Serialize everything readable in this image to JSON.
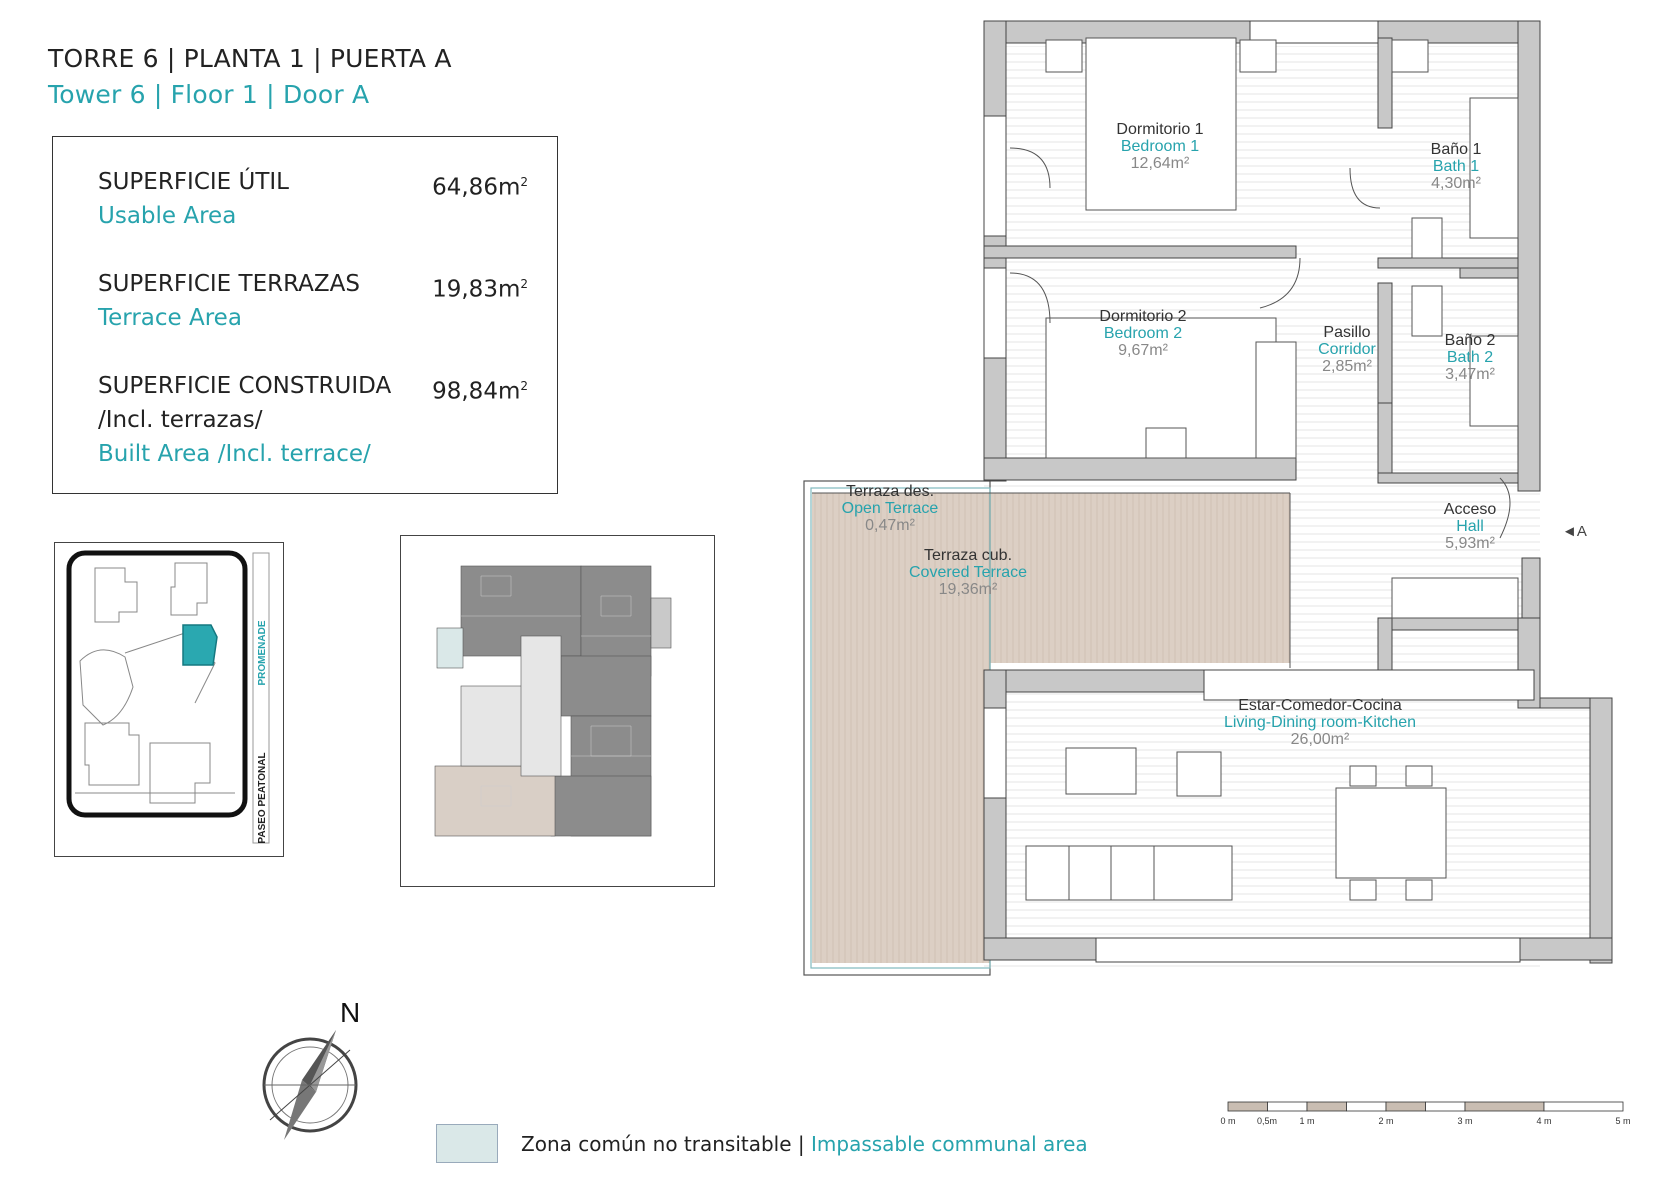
{
  "header": {
    "title_es": "TORRE 6 | PLANTA 1 | PUERTA A",
    "title_en": "Tower 6 | Floor 1 | Door A"
  },
  "areas": [
    {
      "label_es": "SUPERFICIE ÚTIL",
      "label_en": "Usable Area",
      "value": "64,86m",
      "sup": "2"
    },
    {
      "label_es": "SUPERFICIE TERRAZAS",
      "label_en": "Terrace Area",
      "value": "19,83m",
      "sup": "2"
    },
    {
      "label_es": "SUPERFICIE CONSTRUIDA",
      "label_es2": "/Incl. terrazas/",
      "label_en": "Built Area /Incl. terrace/",
      "value": "98,84m",
      "sup": "2"
    }
  ],
  "site_plan": {
    "promenade": "PROMENADE",
    "paseo": "PASEO PEATONAL"
  },
  "rooms": [
    {
      "es": "Dormitorio 1",
      "en": "Bedroom 1",
      "area": "12,64m²"
    },
    {
      "es": "Baño 1",
      "en": "Bath 1",
      "area": "4,30m²"
    },
    {
      "es": "Dormitorio 2",
      "en": "Bedroom 2",
      "area": "9,67m²"
    },
    {
      "es": "Pasillo",
      "en": "Corridor",
      "area": "2,85m²"
    },
    {
      "es": "Baño 2",
      "en": "Bath 2",
      "area": "3,47m²"
    },
    {
      "es": "Terraza des.",
      "en": "Open Terrace",
      "area": "0,47m²"
    },
    {
      "es": "Acceso",
      "en": "Hall",
      "area": "5,93m²"
    },
    {
      "es": "Terraza cub.",
      "en": "Covered Terrace",
      "area": "19,36m²"
    },
    {
      "es": "Estar-Comedor-Cocina",
      "en": "Living-Dining room-Kitchen",
      "area": "26,00m²"
    }
  ],
  "entry_marker": "◄A",
  "compass": {
    "north": "N"
  },
  "legend": {
    "es": "Zona común no transitable",
    "sep": " | ",
    "en": "Impassable communal area"
  },
  "scale": {
    "labels": [
      "0 m",
      "0,5m",
      "1 m",
      "2 m",
      "3 m",
      "4 m",
      "5 m"
    ]
  },
  "colors": {
    "accent": "#27a3ad",
    "terrace": "#dccfc4",
    "wall": "#c8c8c8",
    "communal": "#dae8e8",
    "highlight": "#2aa8b0"
  }
}
